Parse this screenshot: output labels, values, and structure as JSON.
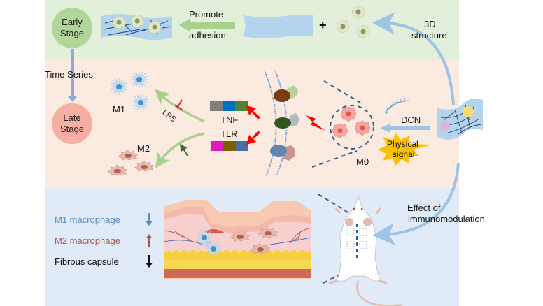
{
  "figure": {
    "stages": {
      "early": [
        "Early",
        "Stage"
      ],
      "late": [
        "Late",
        "Stage"
      ],
      "time_series": "Time Series"
    },
    "top_panel": {
      "promote_adhesion": [
        "Promote",
        "adhesion"
      ],
      "plus_sign": "+",
      "structure_3d": [
        "3D",
        "structure"
      ]
    },
    "middle_panel": {
      "m1_label": "M1",
      "m2_label": "M2",
      "m0_label": "M0",
      "lps_label": "LPS",
      "tnf_label": "TNF",
      "tlr_label": "TLR",
      "dcn_label": "DCN",
      "physical_signal": [
        "Physical",
        "signal"
      ],
      "tnf_bar_colors": [
        "#7f7f7f",
        "#0070c0",
        "#538135"
      ],
      "tlr_bar_colors": [
        "#e01bbd",
        "#7f6000",
        "#4a6fa5"
      ]
    },
    "bottom_panel": {
      "effect_label": [
        "Effect of",
        "immunomodulation"
      ],
      "legend": [
        {
          "label": "M1 macrophage",
          "direction": "down",
          "color": "#5b8db8"
        },
        {
          "label": "M2 macrophage",
          "direction": "up",
          "color": "#a65a4e"
        },
        {
          "label": "Fibrous capsule",
          "direction": "down",
          "color": "#111111"
        }
      ]
    },
    "colors": {
      "top_bg": "#e2efda",
      "middle_bg": "#fbeae0",
      "bottom_bg": "#e1ebf7",
      "early_stage": "#a9d18e",
      "late_stage": "#f4a99b",
      "green_arrow": "#a9d18e",
      "blue_arrow": "#9dc3e6",
      "red_arrow": "#ff0000",
      "dashed_line": "#2e5c8a"
    }
  }
}
